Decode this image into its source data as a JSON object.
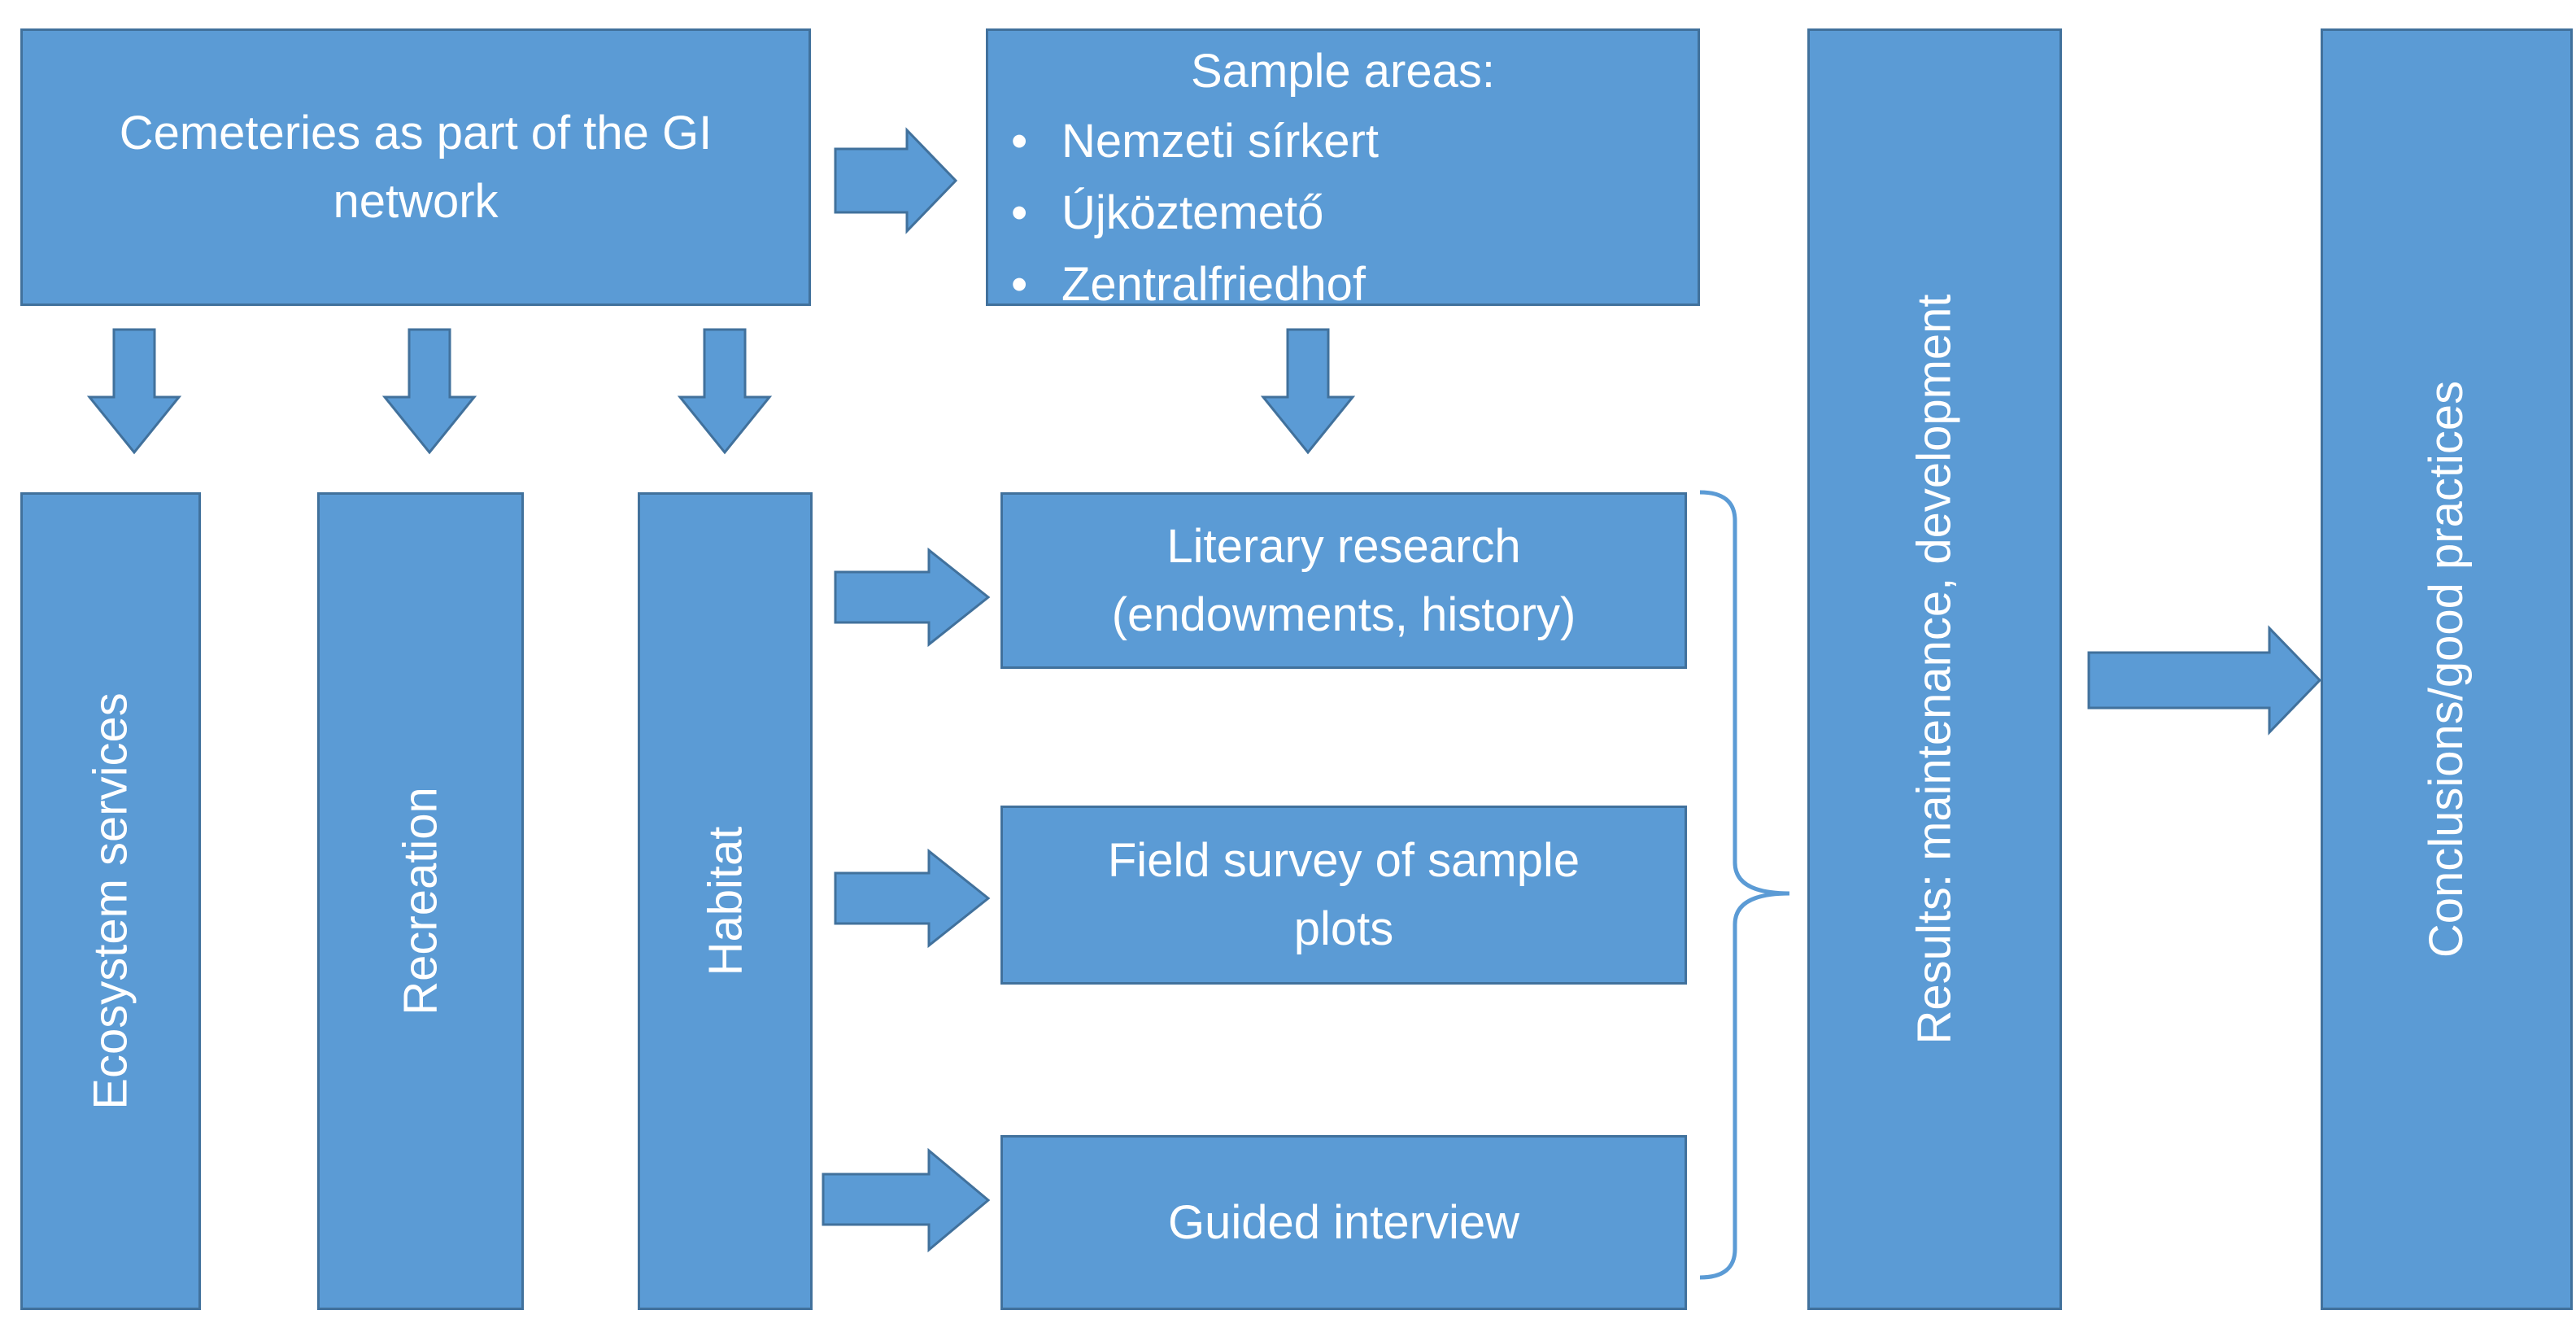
{
  "colors": {
    "box": "#5b9bd5",
    "border": "#41719c",
    "text": "#ffffff",
    "bracket": "#5b9bd5"
  },
  "gi_box": {
    "label": "Cemeteries as part of the GI network"
  },
  "sample_box": {
    "heading": "Sample areas:",
    "items": [
      "Nemzeti sírkert",
      "Újköztemető",
      "Zentralfriedhof"
    ]
  },
  "vertical_boxes": {
    "ecosystem": "Ecosystem services",
    "recreation": "Recreation",
    "habitat": "Habitat",
    "results": "Results: maintenance, development",
    "conclusions": "Conclusions/good practices"
  },
  "method_boxes": {
    "literary": "Literary research (endowments, history)",
    "field": "Field survey of sample plots",
    "interview": "Guided interview"
  }
}
